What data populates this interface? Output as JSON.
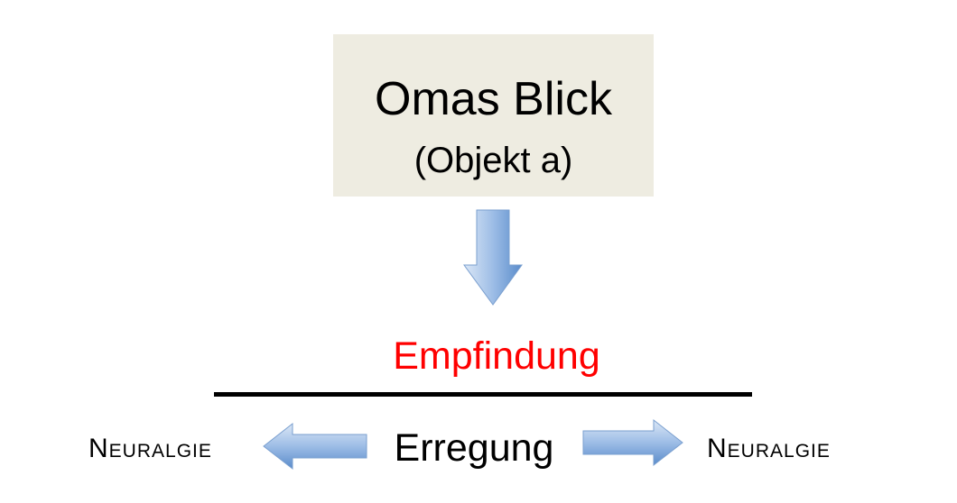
{
  "box": {
    "title": "Omas Blick",
    "subtitle": "(Objekt a)",
    "fill": "#eeece1"
  },
  "middle": {
    "label": "Empfindung",
    "label_color": "#ff0000"
  },
  "bottom": {
    "center_label": "Erregung",
    "left_label": "Neuralgie",
    "right_label": "Neuralgie"
  },
  "colors": {
    "arrow_light": "#c6d9f1",
    "arrow_dark": "#4f81bd",
    "rule": "#000000"
  }
}
